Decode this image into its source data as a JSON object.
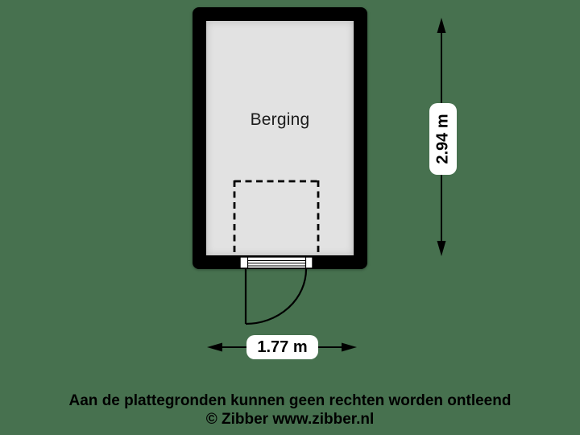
{
  "colors": {
    "bg": "#47714f",
    "wall": "#000000",
    "floor": "#e2e2e2",
    "line": "#000000",
    "labelBg": "#ffffff",
    "text": "#000000"
  },
  "floorplan": {
    "room_label": "Berging"
  },
  "dimensions": {
    "height_label": "2.94 m",
    "width_label": "1.77 m"
  },
  "footer": {
    "disclaimer": "Aan de plattegronden kunnen geen rechten worden ontleend",
    "copyright": "© Zibber www.zibber.nl"
  }
}
